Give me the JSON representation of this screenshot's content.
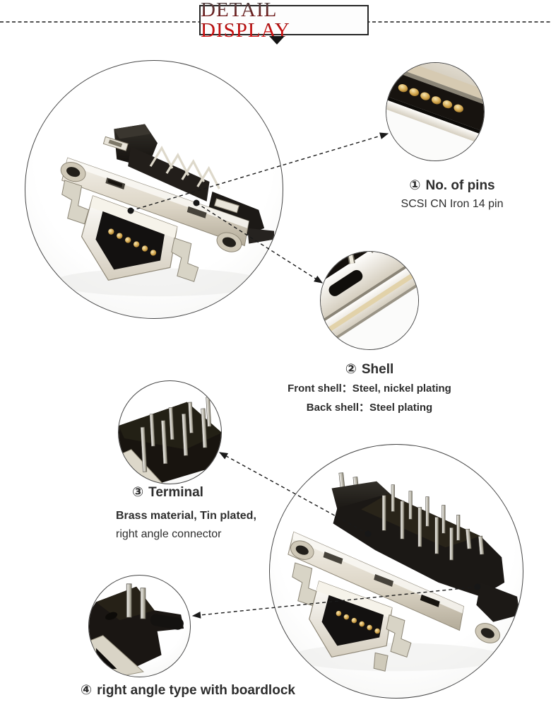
{
  "header": {
    "title": "DETAIL DISPLAY"
  },
  "callouts": {
    "pins": {
      "num": "①",
      "title": "No. of pins",
      "sub": "SCSI CN Iron 14 pin"
    },
    "shell": {
      "num": "②",
      "title": "Shell",
      "line1": "Front shell：Steel, nickel plating",
      "line2": "Back shell：Steel plating"
    },
    "terminal": {
      "num": "③",
      "title": "Terminal",
      "line1": "Brass material, Tin plated,",
      "line2": "right angle connector"
    },
    "boardlock": {
      "num": "④",
      "title": "right angle type with boardlock"
    }
  },
  "photos": {
    "main": "scsi-cn-connector-angled-view",
    "pins": "gold-pin-contacts-closeup",
    "shell": "metal-shell-closeup",
    "terminal": "terminal-pins-closeup",
    "rear": "right-angle-connector-rear-view",
    "boardlock": "boardlock-prongs-closeup"
  },
  "colors": {
    "accent_red": "#c00d0d",
    "text": "#2d2d2d",
    "callout_line": "#1a1a1a",
    "metal": "#ddd6c7",
    "plastic_black": "#18140f",
    "gold_pin": "#d2a54c"
  }
}
